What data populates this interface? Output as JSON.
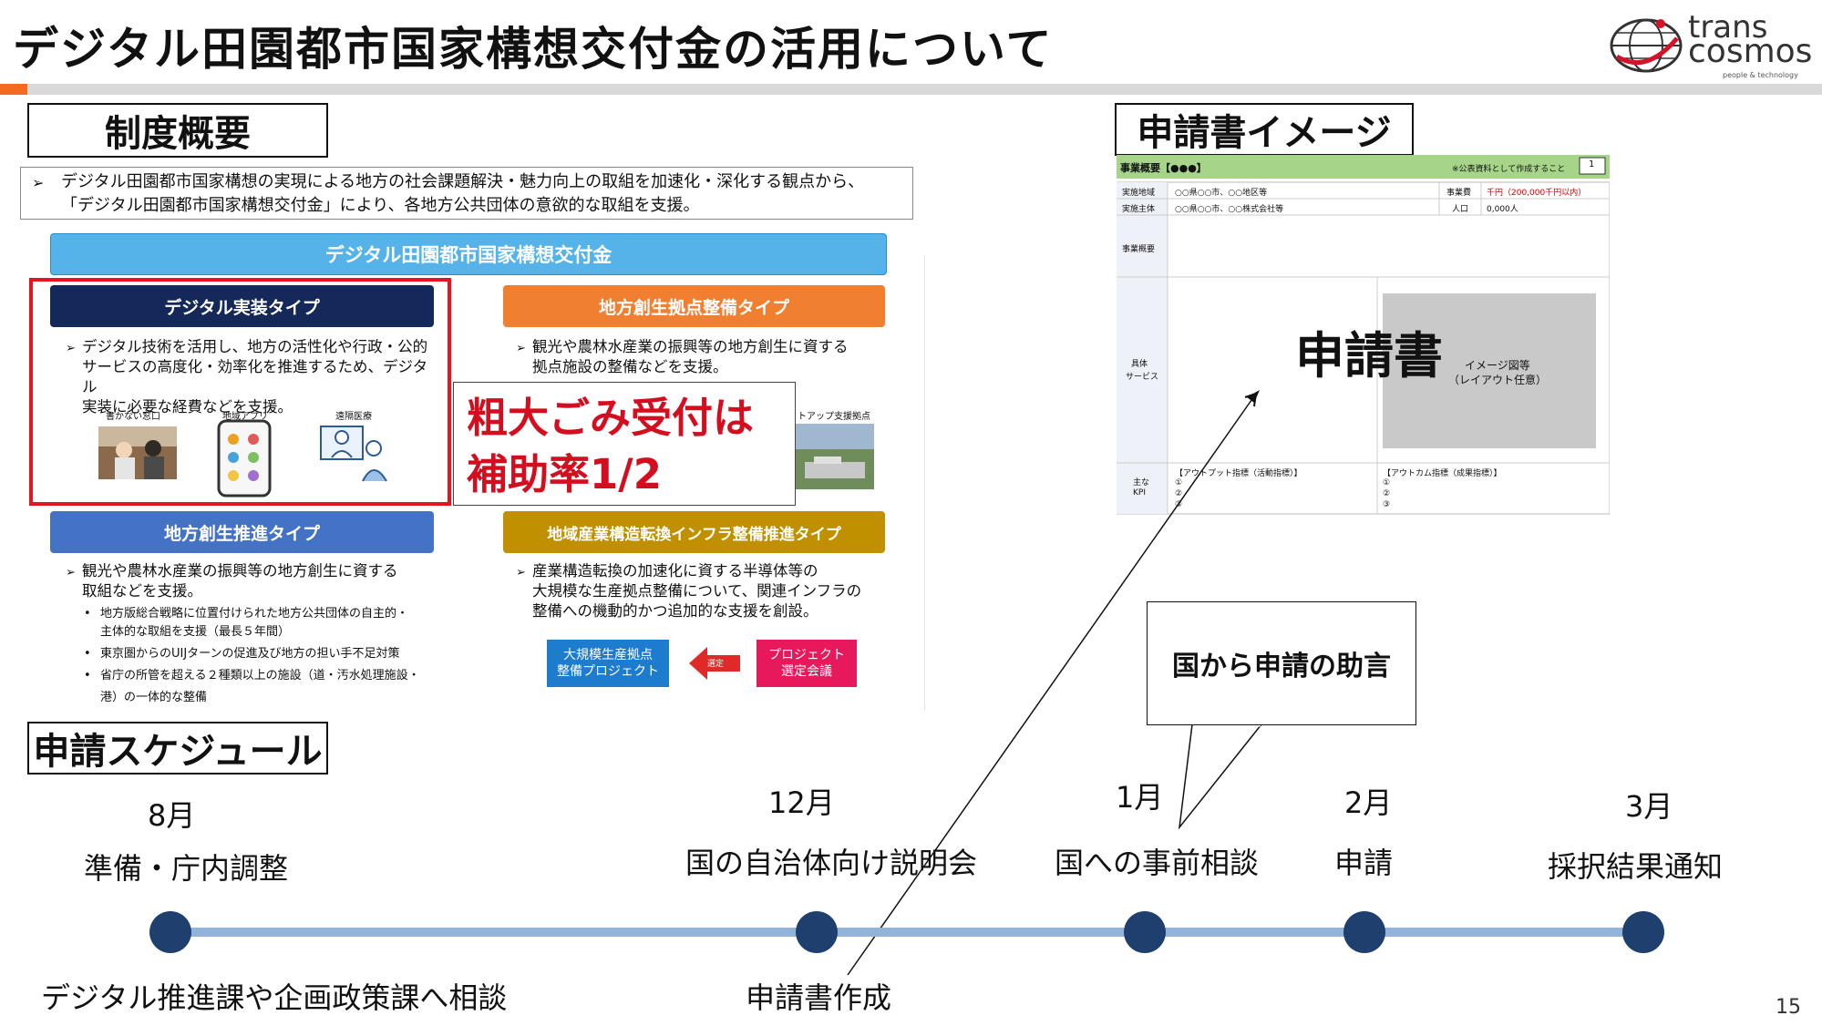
{
  "header": {
    "title": "デジタル田園都市国家構想交付金の活用について",
    "logo": {
      "line1": "trans",
      "line2": "cosmos",
      "tagline": "people & technology"
    }
  },
  "overview": {
    "label": "制度概要",
    "intro_line1": "デジタル田園都市国家構想の実現による地方の社会課題解決・魅力向上の取組を加速化・深化する観点から、",
    "intro_line2": "「デジタル田園都市国家構想交付金」により、各地方公共団体の意欲的な取組を支援。",
    "banner": "デジタル田園都市国家構想交付金",
    "types": [
      {
        "name": "デジタル実装タイプ",
        "desc": [
          "デジタル技術を活用し、地方の活性化や行政・公的",
          "サービスの高度化・効率化を推進するため、デジタル",
          "実装に必要な経費などを支援。"
        ],
        "image_captions": [
          "書かない窓口",
          "地域アプリ",
          "遠隔医療"
        ]
      },
      {
        "name": "地方創生拠点整備タイプ",
        "desc": [
          "観光や農林水産業の振興等の地方創生に資する",
          "拠点施設の整備などを支援。"
        ],
        "image_captions": [
          "トアップ支援拠点"
        ]
      },
      {
        "name": "地方創生推進タイプ",
        "desc": [
          "観光や農林水産業の振興等の地方創生に資する",
          "取組などを支援。"
        ],
        "bullets": [
          "地方版総合戦略に位置付けられた地方公共団体の自主的・",
          "主体的な取組を支援（最長５年間）",
          "東京圏からのUIJターンの促進及び地方の担い手不足対策",
          "省庁の所管を超える２種類以上の施設（道・汚水処理施設・",
          "港）の一体的な整備"
        ]
      },
      {
        "name": "地域産業構造転換インフラ整備推進タイプ",
        "desc": [
          "産業構造転換の加速化に資する半導体等の",
          "大規模な生産拠点整備について、関連インフラの",
          "整備への機動的かつ追加的な支援を創設。"
        ],
        "flow": {
          "left": [
            "大規模生産拠点",
            "整備プロジェクト"
          ],
          "arrow": "選定",
          "right": [
            "プロジェクト",
            "選定会議"
          ]
        }
      }
    ],
    "callout_line1": "粗大ごみ受付は",
    "callout_line2": "補助率1/2"
  },
  "application_image": {
    "label": "申請書イメージ",
    "form": {
      "header_left": "事業概要【●●●】",
      "header_note": "※公表資料として作成すること",
      "header_num": "1",
      "row1_label": "実施地域",
      "row1_value": "○○県○○市、○○地区等",
      "row1_label2": "事業費",
      "row1_value2": "千円（200,000千円以内）",
      "row2_label": "実施主体",
      "row2_value": "○○県○○市、○○株式会社等",
      "row2_label2": "人口",
      "row2_value2": "0,000人",
      "row3_label": "事業概要",
      "row4_label_1": "具体",
      "row4_label_2": "サービス",
      "big_text": "申請書",
      "image_line1": "イメージ図等",
      "image_line2": "（レイアウト任意）",
      "kpi_label_1": "主な",
      "kpi_label_2": "KPI",
      "output_header": "【アウトプット指標（活動指標）】",
      "outcome_header": "【アウトカム指標（成果指標）】",
      "items": [
        "①",
        "②",
        "③"
      ]
    }
  },
  "schedule": {
    "label": "申請スケジュール",
    "speech": "国から申請の助言",
    "milestones": [
      {
        "month": "8月",
        "event": "準備・庁内調整",
        "below": "デジタル推進課や企画政策課へ相談"
      },
      {
        "month": "12月",
        "event": "国の自治体向け説明会",
        "below": "申請書作成"
      },
      {
        "month": "1月",
        "event": "国への事前相談",
        "below": ""
      },
      {
        "month": "2月",
        "event": "申請",
        "below": ""
      },
      {
        "month": "3月",
        "event": "採択結果通知",
        "below": ""
      }
    ]
  },
  "page_number": "15",
  "colors": {
    "navy": "#14285a",
    "orange": "#f08030",
    "blue": "#4472c4",
    "gold": "#c09000",
    "red": "#e8141d",
    "timeline_dot": "#1f3f6e",
    "timeline_line": "#93b4da"
  }
}
